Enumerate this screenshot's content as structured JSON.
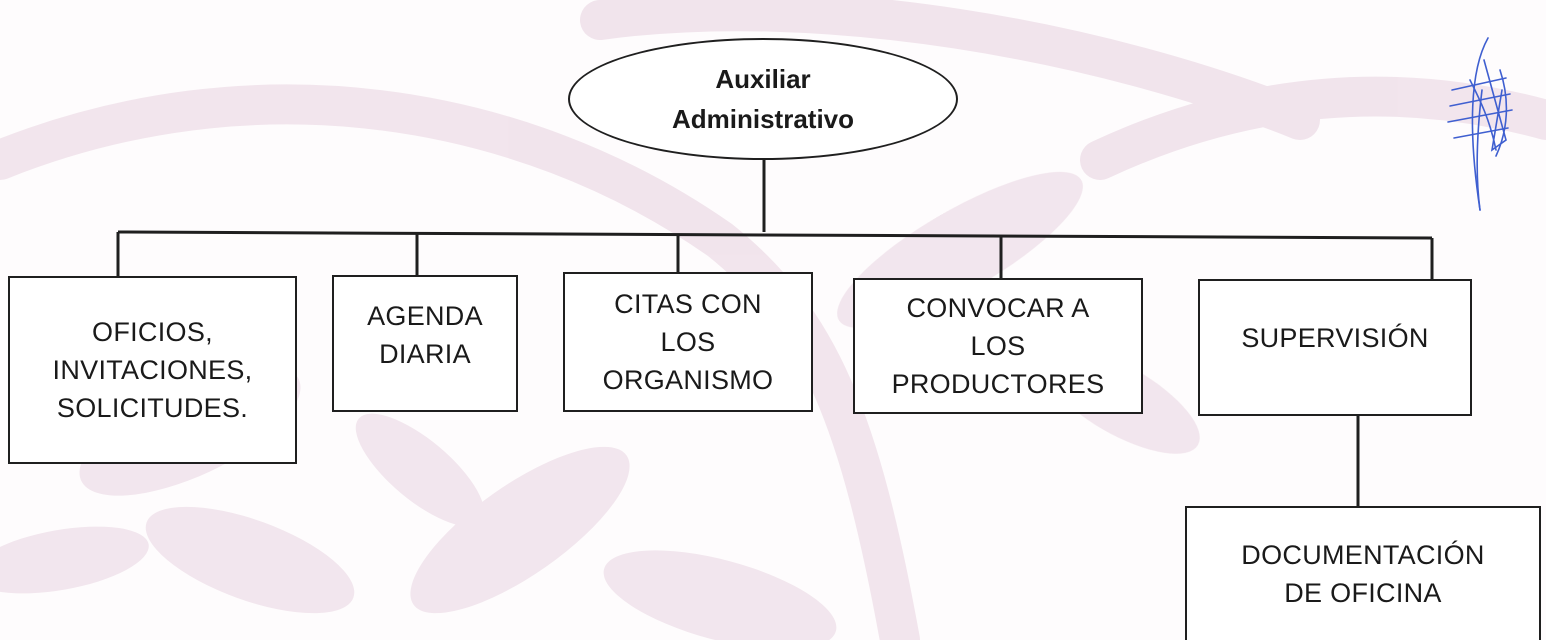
{
  "diagram": {
    "root": {
      "label": "Auxiliar\nAdministrativo"
    },
    "children": [
      {
        "label": "OFICIOS,\nINVITACIONES,\nSOLICITUDES."
      },
      {
        "label": "AGENDA\nDIARIA"
      },
      {
        "label": "CITAS CON\nLOS\nORGANISMO"
      },
      {
        "label": "CONVOCAR A\nLOS\nPRODUCTORES"
      },
      {
        "label": "SUPERVISIÓN"
      }
    ],
    "sub_child": {
      "parent": "SUPERVISIÓN",
      "label": "DOCUMENTACIÓN\nDE OFICINA"
    }
  },
  "colors": {
    "line": "#1f1f1f",
    "watermark": "#d9b8cf",
    "signature": "#3f5fd0"
  }
}
